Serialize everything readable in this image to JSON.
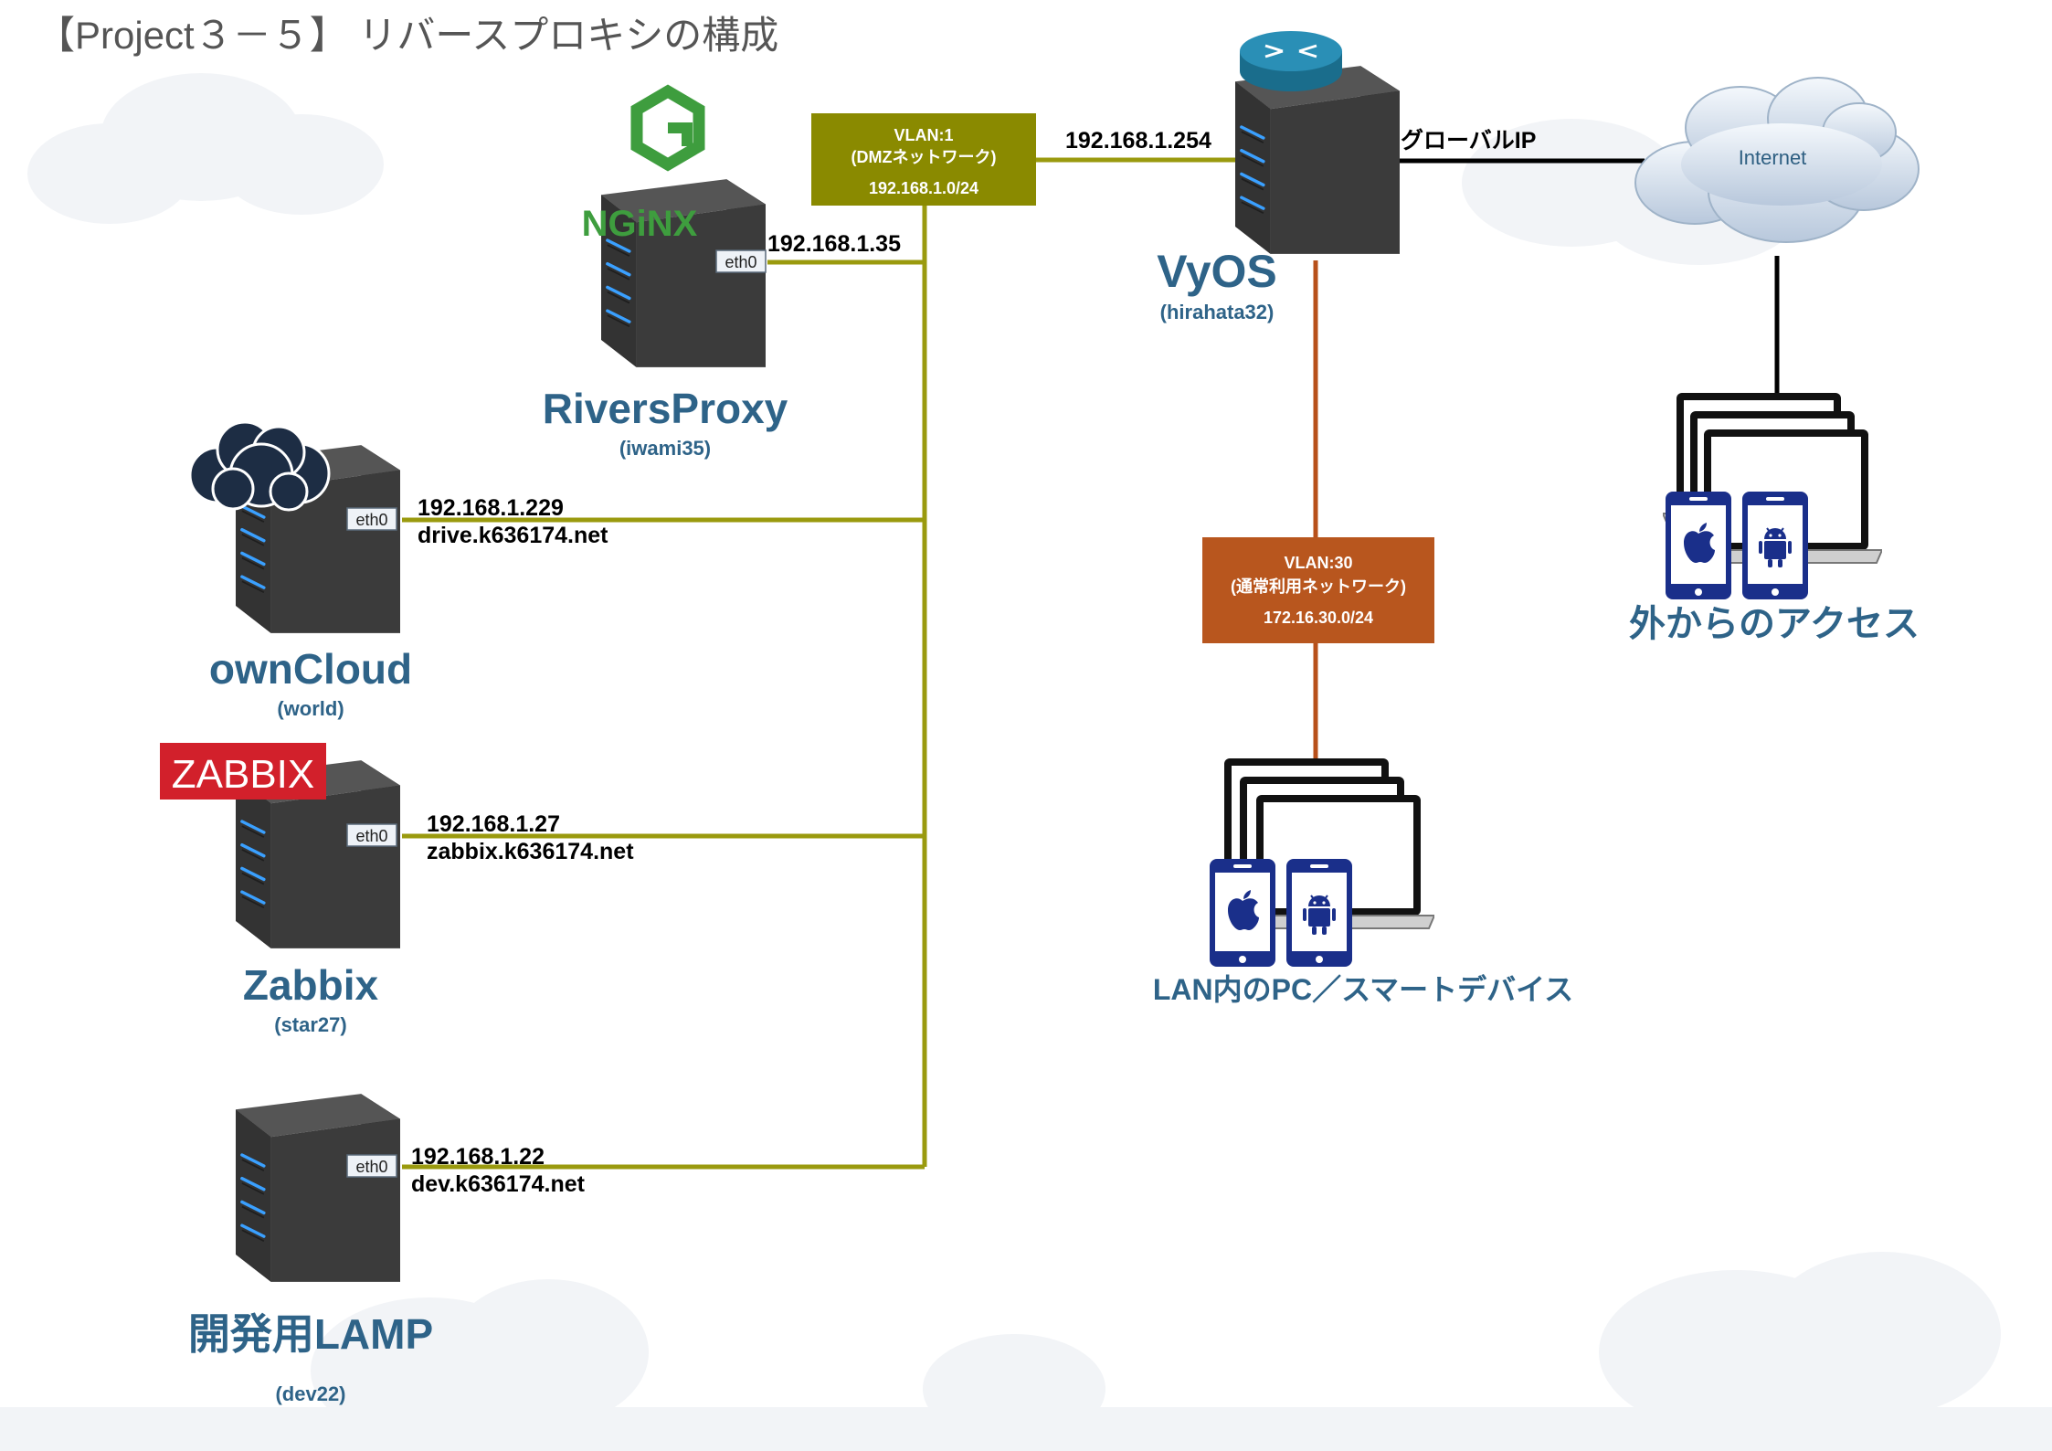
{
  "title": "【Project３－５】 リバースプロキシの構成",
  "colors": {
    "dmz_line": "#9a9a0e",
    "dmz_box": "#8a8a00",
    "lan_line": "#b8501a",
    "lan_box": "#b8561e",
    "label_blue": "#2e6388",
    "server_body": "#3b3b3b"
  },
  "vlan_dmz": {
    "line1": "VLAN:1",
    "line2": "(DMZネットワーク)",
    "line3": "192.168.1.0/24"
  },
  "vlan_lan": {
    "line1": "VLAN:30",
    "line2": "(通常利用ネットワーク)",
    "line3": "172.16.30.0/24"
  },
  "vyos": {
    "name": "VyOS",
    "host": "(hirahata32)",
    "ip": "192.168.1.254",
    "wan_label": "グローバルIP",
    "icon": "router-icon"
  },
  "internet": {
    "label": "Internet",
    "icon": "cloud-icon"
  },
  "proxy": {
    "name": "RiversProxy",
    "host": "(iwami35)",
    "ip": "192.168.1.35",
    "iface": "eth0",
    "logo_text": "NGiNX"
  },
  "owncloud": {
    "name": "ownCloud",
    "host": "(world)",
    "ip": "192.168.1.229",
    "domain": "drive.k636174.net",
    "iface": "eth0",
    "icon": "owncloud-cloud-icon"
  },
  "zabbix": {
    "name": "Zabbix",
    "host": "(star27)",
    "ip": "192.168.1.27",
    "domain": "zabbix.k636174.net",
    "iface": "eth0",
    "logo_text": "ZABBIX"
  },
  "lamp": {
    "name": "開発用LAMP",
    "host": "(dev22)",
    "ip": "192.168.1.22",
    "domain": "dev.k636174.net",
    "iface": "eth0"
  },
  "external": {
    "label": "外からのアクセス",
    "icons": [
      "laptop-icon",
      "apple-phone-icon",
      "android-phone-icon"
    ]
  },
  "lan_devices": {
    "label": "LAN内のPC／スマートデバイス",
    "icons": [
      "laptop-icon",
      "apple-phone-icon",
      "android-phone-icon"
    ]
  }
}
